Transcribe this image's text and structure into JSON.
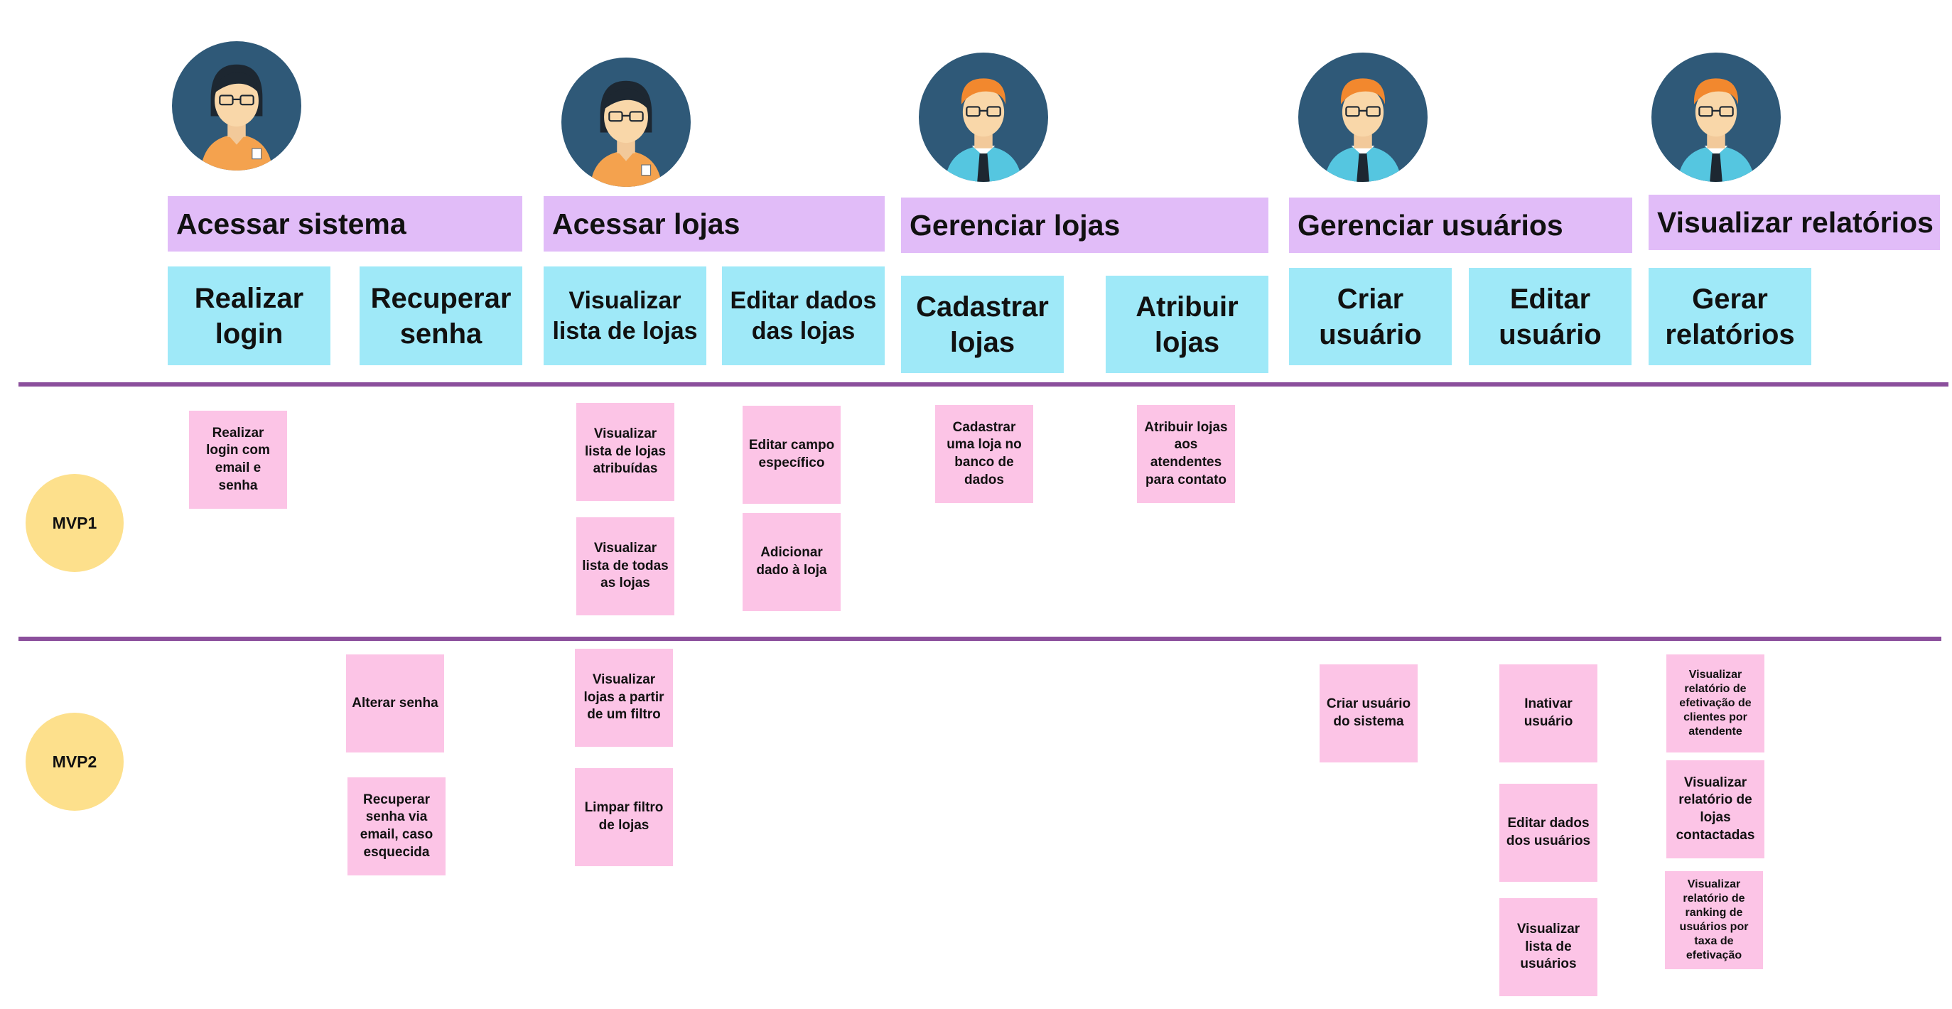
{
  "activities": [
    {
      "label": "Acessar sistema"
    },
    {
      "label": "Acessar lojas"
    },
    {
      "label": "Gerenciar lojas"
    },
    {
      "label": "Gerenciar usuários"
    },
    {
      "label": "Visualizar relatórios"
    }
  ],
  "tasks": [
    {
      "label": "Realizar login"
    },
    {
      "label": "Recuperar senha"
    },
    {
      "label": "Visualizar lista de lojas"
    },
    {
      "label": "Editar dados das lojas"
    },
    {
      "label": "Cadastrar lojas"
    },
    {
      "label": "Atribuir lojas"
    },
    {
      "label": "Criar usuário"
    },
    {
      "label": "Editar usuário"
    },
    {
      "label": "Gerar relatórios"
    }
  ],
  "releases": [
    {
      "label": "MVP1"
    },
    {
      "label": "MVP2"
    }
  ],
  "stories": [
    {
      "text": "Realizar login com email e senha"
    },
    {
      "text": "Visualizar lista de lojas atribuídas"
    },
    {
      "text": "Visualizar lista de todas as lojas"
    },
    {
      "text": "Editar campo específico"
    },
    {
      "text": "Adicionar dado à loja"
    },
    {
      "text": "Cadastrar uma loja no banco de dados"
    },
    {
      "text": "Atribuir lojas aos atendentes para contato"
    },
    {
      "text": "Alterar senha"
    },
    {
      "text": "Recuperar senha via email, caso esquecida"
    },
    {
      "text": "Visualizar lojas a partir de um filtro"
    },
    {
      "text": "Limpar filtro de lojas"
    },
    {
      "text": "Criar usuário do sistema"
    },
    {
      "text": "Inativar usuário"
    },
    {
      "text": "Editar dados dos usuários"
    },
    {
      "text": "Visualizar lista de usuários"
    },
    {
      "text": "Visualizar relatório de efetivação de clientes por atendente"
    },
    {
      "text": "Visualizar relatório de lojas contactadas"
    },
    {
      "text": "Visualizar relatório de ranking de usuários por taxa de efetivação"
    }
  ],
  "personas": [
    {
      "icon": "woman-avatar-icon"
    },
    {
      "icon": "woman-avatar-icon"
    },
    {
      "icon": "man-avatar-icon"
    },
    {
      "icon": "man-avatar-icon"
    },
    {
      "icon": "man-avatar-icon"
    }
  ],
  "colors": {
    "activity": "#e1bcf8",
    "task": "#9fe9f8",
    "story": "#fcc4e6",
    "release": "#fde08c",
    "divider": "#8b4f9c",
    "avatar_bg": "#2f5978"
  }
}
